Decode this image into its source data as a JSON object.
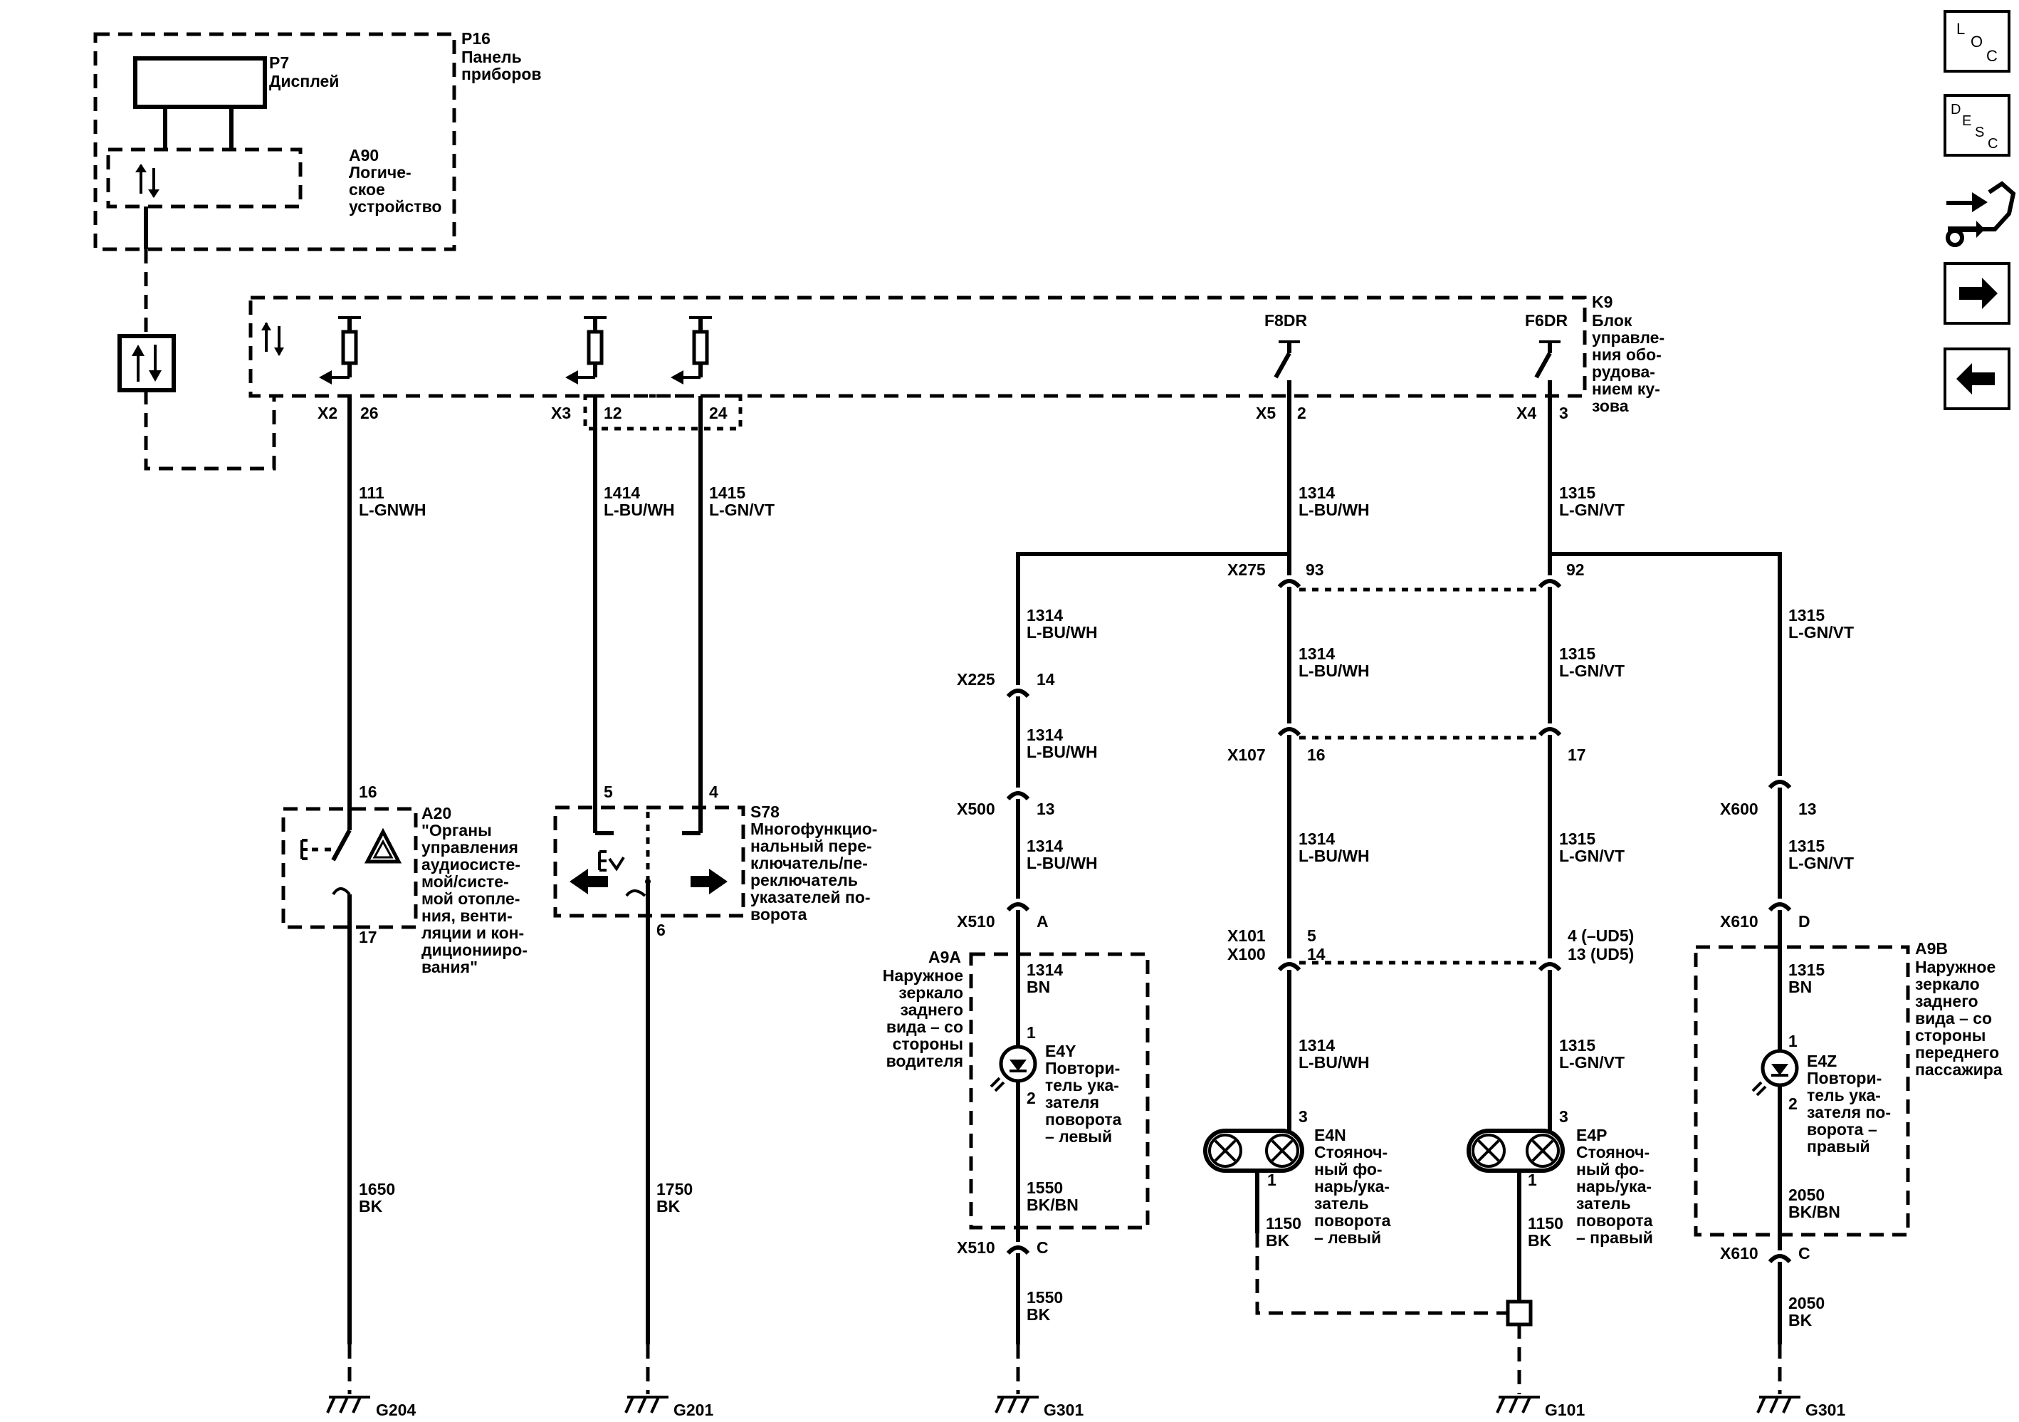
{
  "components": {
    "p16": {
      "id": "P16",
      "lines": [
        "Панель",
        "приборов"
      ]
    },
    "p7": {
      "id": "P7",
      "lines": [
        "Дисплей"
      ]
    },
    "a90": {
      "id": "A90",
      "lines": [
        "Логиче-",
        "ское",
        "устройство"
      ]
    },
    "k9": {
      "id": "K9",
      "lines": [
        "Блок",
        "управле-",
        "ния обо-",
        "рудова-",
        "нием ку-",
        "зова"
      ]
    },
    "a20": {
      "id": "A20",
      "lines": [
        "\"Органы",
        "управления",
        "аудиосисте-",
        "мой/систе-",
        "мой отопле-",
        "ния, венти-",
        "ляции и кон-",
        "диционииро-",
        "вания\""
      ]
    },
    "s78": {
      "id": "S78",
      "lines": [
        "Многофункцио-",
        "нальный пере-",
        "ключатель/пе-",
        "реключатель",
        "указателей по-",
        "ворота"
      ]
    },
    "a9a": {
      "id": "A9A",
      "lines": [
        "Наружное",
        "зеркало",
        "заднего",
        "вида – со",
        "стороны",
        "водителя"
      ]
    },
    "e4y": {
      "id": "E4Y",
      "lines": [
        "Повтори-",
        "тель ука-",
        "зателя",
        "поворота",
        "– левый"
      ]
    },
    "e4n": {
      "id": "E4N",
      "lines": [
        "Стояноч-",
        "ный фо-",
        "нарь/ука-",
        "затель",
        "поворота",
        "– левый"
      ]
    },
    "e4p": {
      "id": "E4P",
      "lines": [
        "Стояноч-",
        "ный фо-",
        "нарь/ука-",
        "затель",
        "поворота",
        "– правый"
      ]
    },
    "a9b": {
      "id": "A9B",
      "lines": [
        "Наружное",
        "зеркало",
        "заднего",
        "вида – со",
        "стороны",
        "переднего",
        "пассажира"
      ]
    },
    "e4z": {
      "id": "E4Z",
      "lines": [
        "Повтори-",
        "тель ука-",
        "зателя по-",
        "ворота –",
        "правый"
      ]
    }
  },
  "connectors": {
    "x2": "X2",
    "x2_pin": "26",
    "x3": "X3",
    "x3_pin_a": "12",
    "x3_pin_b": "24",
    "x5": "X5",
    "x5_pin": "2",
    "x4": "X4",
    "x4_pin": "3",
    "f8dr": "F8DR",
    "f6dr": "F6DR",
    "x275": "X275",
    "x275_pin_l": "93",
    "x275_pin_r": "92",
    "x225": "X225",
    "x225_pin": "14",
    "x107": "X107",
    "x107_pin_l": "16",
    "x107_pin_r": "17",
    "x500": "X500",
    "x500_pin": "13",
    "x600": "X600",
    "x600_pin": "13",
    "x510_a": "X510",
    "x510_a_pin": "A",
    "x101": "X101",
    "x100": "X100",
    "x101_pin_l": "5",
    "x100_pin_l": "14",
    "x101_pin_r": "4 (–UD5)",
    "x100_pin_r": "13 (UD5)",
    "x610_d": "X610",
    "x610_d_pin": "D",
    "x510_c": "X510",
    "x510_c_pin": "C",
    "x610_c": "X610",
    "x610_c_pin": "C"
  },
  "pins": {
    "a20_top": "16",
    "a20_bot": "17",
    "s78_5": "5",
    "s78_4": "4",
    "s78_6": "6",
    "e4y_1": "1",
    "e4y_2": "2",
    "e4n_3": "3",
    "e4n_1": "1",
    "e4p_3": "3",
    "e4p_1": "1",
    "e4z_1": "1",
    "e4z_2": "2"
  },
  "wires": {
    "w111": [
      "111",
      "L-GNWH"
    ],
    "w1414": [
      "1414",
      "L-BU/WH"
    ],
    "w1415": [
      "1415",
      "L-GN/VT"
    ],
    "w1314_top": [
      "1314",
      "L-BU/WH"
    ],
    "w1315_top": [
      "1315",
      "L-GN/VT"
    ],
    "w1314_l1": [
      "1314",
      "L-BU/WH"
    ],
    "w1314_l2": [
      "1314",
      "L-BU/WH"
    ],
    "w1314_l3": [
      "1314",
      "L-BU/WH"
    ],
    "w1314_bn": [
      "1314",
      "BN"
    ],
    "w1550_in": [
      "1550",
      "BK/BN"
    ],
    "w1550_out": [
      "1550",
      "BK"
    ],
    "w1314_m1": [
      "1314",
      "L-BU/WH"
    ],
    "w1314_m2": [
      "1314",
      "L-BU/WH"
    ],
    "w1314_m3": [
      "1314",
      "L-BU/WH"
    ],
    "w1315_m1": [
      "1315",
      "L-GN/VT"
    ],
    "w1315_m2": [
      "1315",
      "L-GN/VT"
    ],
    "w1315_m3": [
      "1315",
      "L-GN/VT"
    ],
    "w1315_r1": [
      "1315",
      "L-GN/VT"
    ],
    "w1315_r2": [
      "1315",
      "L-GN/VT"
    ],
    "w1315_bn": [
      "1315",
      "BN"
    ],
    "w2050_in": [
      "2050",
      "BK/BN"
    ],
    "w2050_out": [
      "2050",
      "BK"
    ],
    "w1150_l": [
      "1150",
      "BK"
    ],
    "w1150_r": [
      "1150",
      "BK"
    ],
    "w1650": [
      "1650",
      "BK"
    ],
    "w1750": [
      "1750",
      "BK"
    ]
  },
  "grounds": {
    "g204": "G204",
    "g201": "G201",
    "g301_a": "G301",
    "g101": "G101",
    "g301_b": "G301"
  },
  "nav": {
    "loc": {
      "a": "L",
      "b": "O",
      "c": "C"
    },
    "desc": {
      "a": "D",
      "b": "E",
      "c": "S",
      "d": "C"
    }
  }
}
